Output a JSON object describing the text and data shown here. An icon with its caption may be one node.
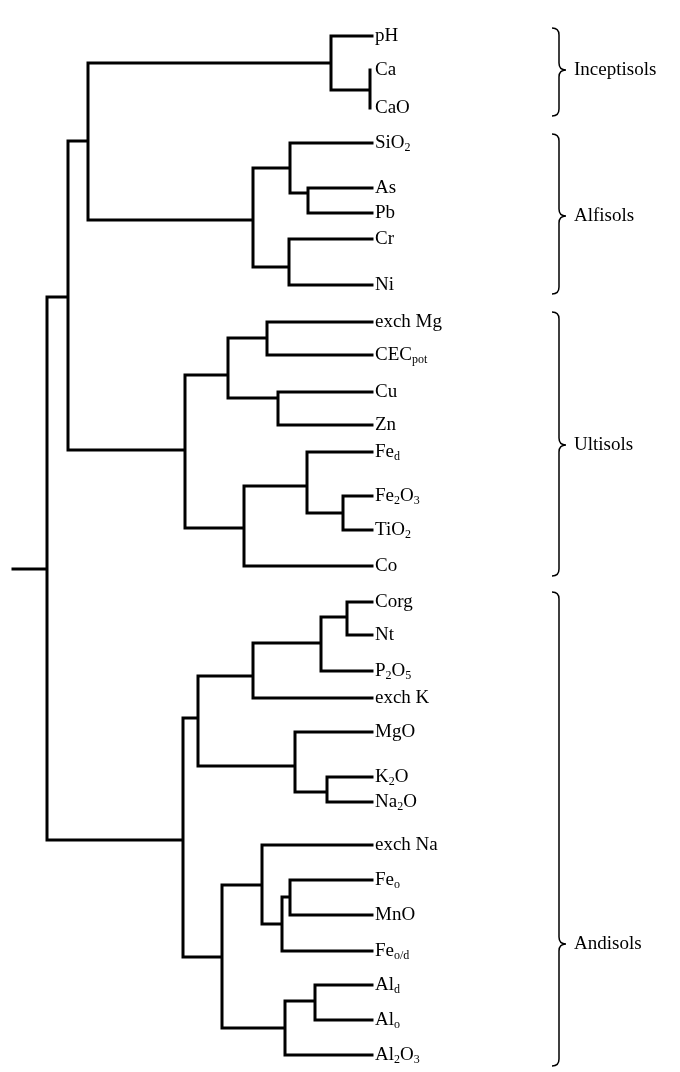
{
  "diagram": {
    "labels": [
      "pH",
      "Ca",
      "CaO",
      "SiO$_{2}$",
      "As",
      "Pb",
      "Cr",
      "Ni",
      "exch Mg",
      "CEC$_{pot}$",
      "Cu",
      "Zn",
      "Fe$_{d}$",
      "Fe$_{2}$O$_{3}$",
      "TiO$_{2}$",
      "Co",
      "Corg",
      "Nt",
      "P$_{2}$O$_{5}$",
      "exch K",
      "MgO",
      "K$_{2}$O",
      "Na$_{2}$O",
      "exch Na",
      "Fe$_{o}$",
      "MnO",
      "Fe$_{o/d}$",
      "Al$_{d}$",
      "Al$_{o}$",
      "Al$_{2}$O$_{3}$",
      "Inceptisols",
      "Alfisols",
      "Ultisols",
      "Andisols"
    ]
  }
}
